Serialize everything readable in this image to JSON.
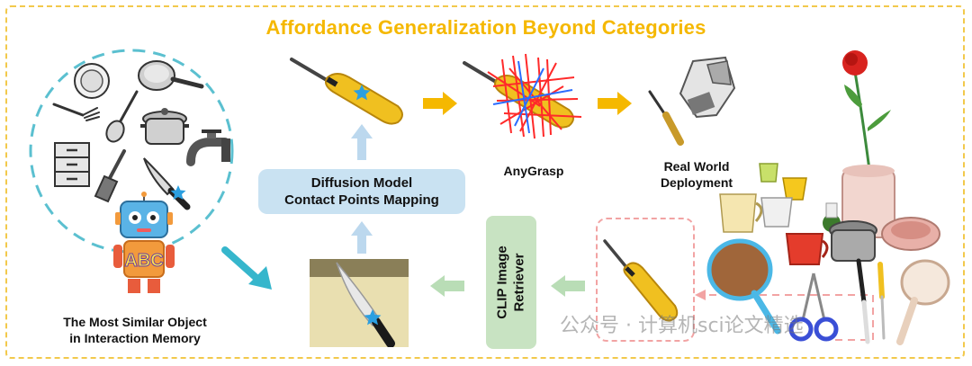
{
  "title": "Affordance Generalization Beyond Categories",
  "labels": {
    "memory_line1": "The Most Similar Object",
    "memory_line2": "in Interaction Memory",
    "diffusion_line1": "Diffusion Model",
    "diffusion_line2": "Contact Points Mapping",
    "anygrasp": "AnyGrasp",
    "deploy_line1": "Real World",
    "deploy_line2": "Deployment",
    "clip_line1": "CLIP Image",
    "clip_line2": "Retriever"
  },
  "watermark": "公众号 · 计算机sci论文精选",
  "robot_text": "ABC",
  "icons": [
    "pan-icon",
    "plate-icon",
    "fork-icon",
    "spoon-icon",
    "pot-icon",
    "faucet-icon",
    "cabinet-icon",
    "brush-icon",
    "knife-icon",
    "robot-icon",
    "screwdriver-icon",
    "star-icon",
    "arrow-icon",
    "grasp-lines-icon",
    "gripper-icon",
    "rose-icon",
    "cup-icon",
    "swatter-icon",
    "scissors-icon",
    "kettle-icon"
  ],
  "colors": {
    "title": "#f5b800",
    "frame": "#f2c94c",
    "memory_circle": "#5bc0d0",
    "diffusion_box": "#c9e2f2",
    "clip_box": "#c8e3c2",
    "query_box": "#f2a3a3",
    "arrow_orange": "#f5b800",
    "arrow_blue": "#bcd8ee",
    "arrow_green": "#b9ddb6",
    "arrow_teal": "#36b6cc",
    "star": "#2b9fe0"
  }
}
